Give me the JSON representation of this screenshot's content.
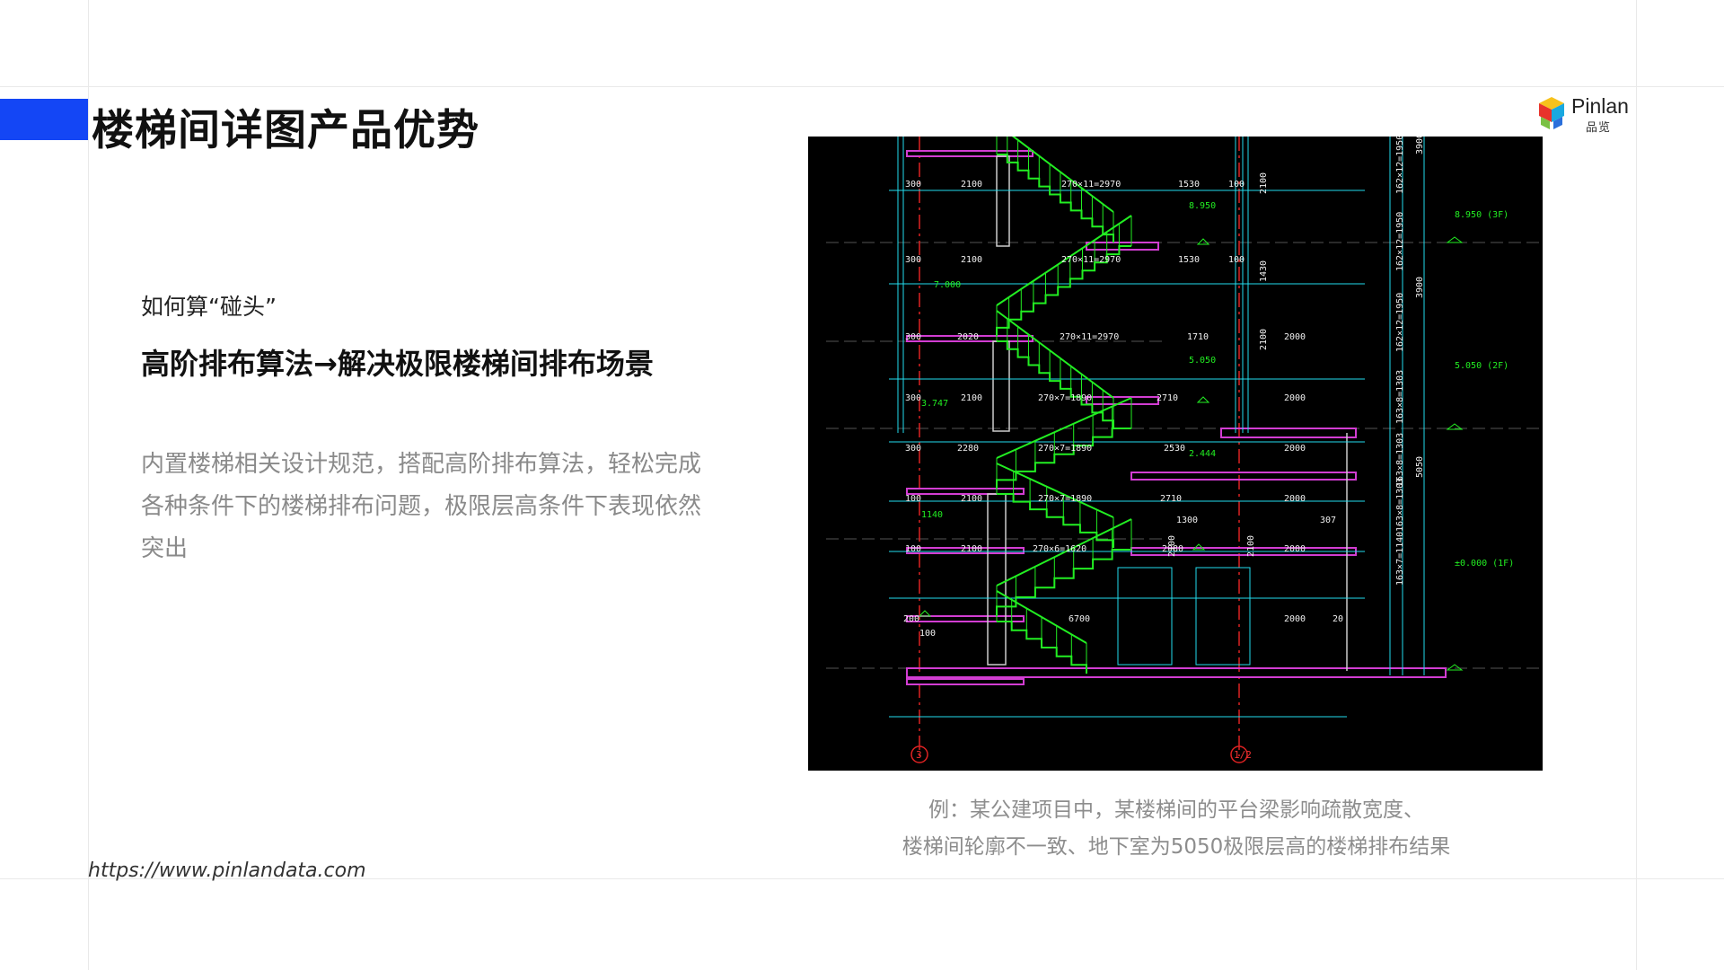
{
  "header": {
    "title": "楼梯间详图产品优势"
  },
  "logo": {
    "name_en": "Pinlan",
    "name_cn": "品览"
  },
  "content": {
    "question": "如何算“碰头”",
    "headline": "高阶排布算法→解决极限楼梯间排布场景",
    "body": "内置楼梯相关设计规范，搭配高阶排布算法，轻松完成各种条件下的楼梯排布问题，极限层高条件下表现依然突出"
  },
  "drawing": {
    "labels": [
      {
        "t": "300"
      },
      {
        "t": "2100"
      },
      {
        "t": "270×11=2970"
      },
      {
        "t": "1530"
      },
      {
        "t": "100"
      },
      {
        "t": "2100"
      },
      {
        "t": "300"
      },
      {
        "t": "2100"
      },
      {
        "t": "270×11=2970"
      },
      {
        "t": "1530"
      },
      {
        "t": "100"
      },
      {
        "t": "1430"
      },
      {
        "t": "300"
      },
      {
        "t": "2020"
      },
      {
        "t": "270×11=2970"
      },
      {
        "t": "1710"
      },
      {
        "t": "2100"
      },
      {
        "t": "2000"
      },
      {
        "t": "300"
      },
      {
        "t": "2100"
      },
      {
        "t": "270×7=1890"
      },
      {
        "t": "2710"
      },
      {
        "t": "2000"
      },
      {
        "t": "300"
      },
      {
        "t": "2280"
      },
      {
        "t": "270×7=1890"
      },
      {
        "t": "2530"
      },
      {
        "t": "2000"
      },
      {
        "t": "100"
      },
      {
        "t": "2100"
      },
      {
        "t": "270×7=1890"
      },
      {
        "t": "2710"
      },
      {
        "t": "2000"
      },
      {
        "t": "1300"
      },
      {
        "t": "2100"
      },
      {
        "t": "2100"
      },
      {
        "t": "307"
      },
      {
        "t": "100"
      },
      {
        "t": "2100"
      },
      {
        "t": "270×6=1620"
      },
      {
        "t": "2980"
      },
      {
        "t": "2000"
      },
      {
        "t": "200"
      },
      {
        "t": "6700"
      },
      {
        "t": "2000"
      },
      {
        "t": "20"
      },
      {
        "t": "100"
      },
      {
        "t": "8.950"
      },
      {
        "t": "5.050"
      },
      {
        "t": "2.444"
      },
      {
        "t": "1140"
      },
      {
        "t": "3.747"
      },
      {
        "t": "7.000"
      },
      {
        "t": "8.950 (3F)"
      },
      {
        "t": "5.050 (2F)"
      },
      {
        "t": "±0.000 (1F)"
      },
      {
        "t": "3900"
      },
      {
        "t": "3900"
      },
      {
        "t": "5050"
      },
      {
        "t": "162×12=1950"
      },
      {
        "t": "162×12=1950"
      },
      {
        "t": "162×12=1950"
      },
      {
        "t": "163×8=1303"
      },
      {
        "t": "163×8=1303"
      },
      {
        "t": "163×8=1303"
      },
      {
        "t": "163×7=1140"
      },
      {
        "t": "3"
      },
      {
        "t": "1/2"
      }
    ]
  },
  "caption": {
    "line1": "例：某公建项目中，某楼梯间的平台梁影响疏散宽度、",
    "line2": "楼梯间轮廓不一致、地下室为5050极限层高的楼梯排布结果"
  },
  "footer": {
    "url": "https://www.pinlandata.com"
  },
  "colors": {
    "accent": "#1446f5",
    "cad_background": "#000000",
    "cad_stair": "#22ee22",
    "cad_wall": "#d23dd2",
    "cad_dim": "#22ddee"
  }
}
